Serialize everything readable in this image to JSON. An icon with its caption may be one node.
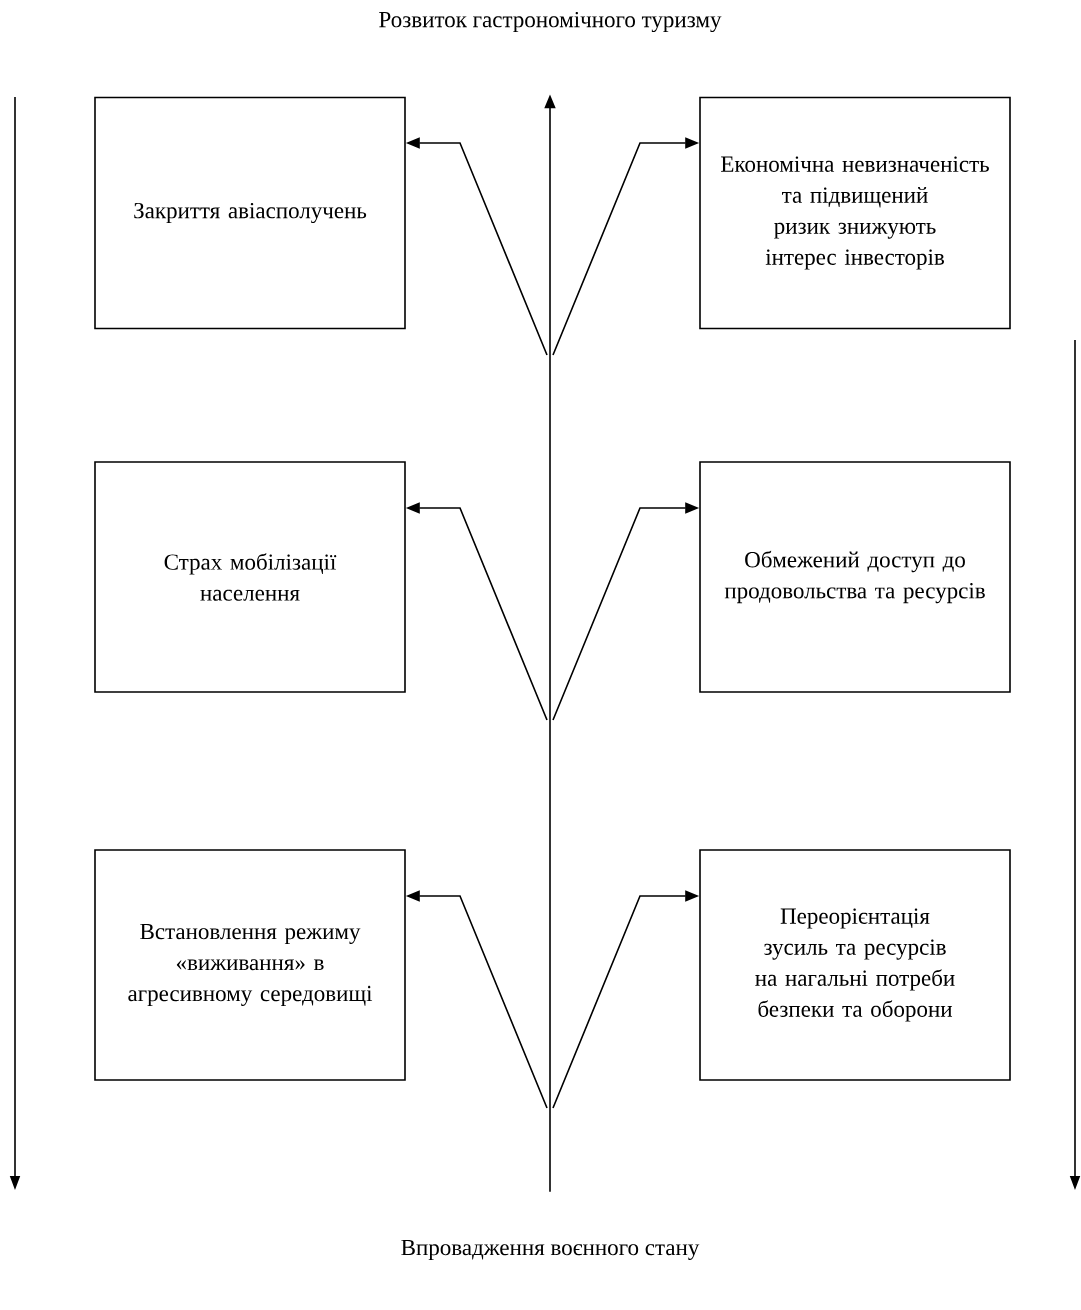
{
  "diagram": {
    "nodes": [
      {
        "text": [
          "Розвиток гастрономічного туризму"
        ]
      },
      {
        "text": [
          "Закриття авіасполучень"
        ]
      },
      {
        "text": [
          "Економічна невизначеність та підвищений ризик знижують інтерес інвесторів"
        ]
      },
      {
        "text": [
          "Страх мобілізації населення"
        ]
      },
      {
        "text": [
          "Обмежений доступ до продовольства та ресурсів"
        ]
      },
      {
        "text": [
          "Встановлення режиму «виживання» в агресивному середовищі"
        ]
      },
      {
        "text": [
          "Переорієнтація зусиль та ресурсів на нагальні потреби безпеки та оборони"
        ]
      },
      {
        "text": [
          "Впровадження воєнного стану"
        ]
      }
    ],
    "edges": [
      {
        "from": 7,
        "to": 0,
        "arrow": "to"
      },
      {
        "from": null,
        "to": 1,
        "arrow": "to"
      },
      {
        "from": null,
        "to": 2,
        "arrow": "to"
      },
      {
        "from": null,
        "to": 3,
        "arrow": "to"
      },
      {
        "from": null,
        "to": 4,
        "arrow": "to"
      },
      {
        "from": null,
        "to": 5,
        "arrow": "to"
      },
      {
        "from": null,
        "to": 6,
        "arrow": "to"
      }
    ]
  }
}
